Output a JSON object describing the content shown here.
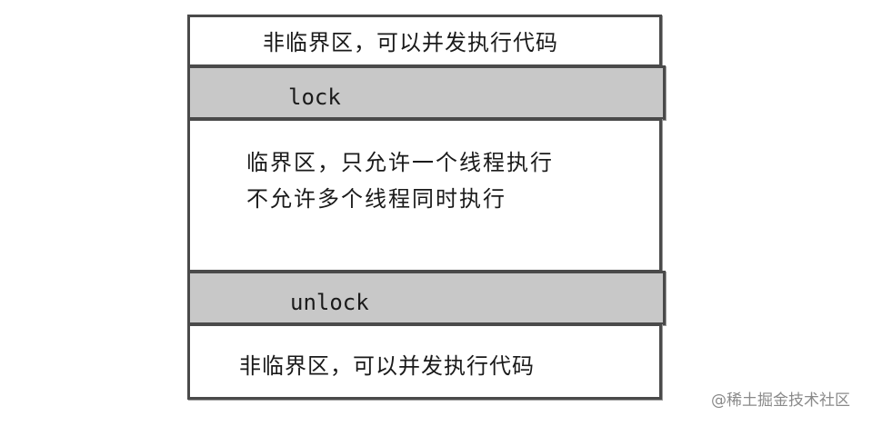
{
  "blocks": {
    "top_non_critical": "非临界区，可以并发执行代码",
    "lock": "lock",
    "critical_line1": "临界区，只允许一个线程执行",
    "critical_line2": "不允许多个线程同时执行",
    "unlock": "unlock",
    "bottom_non_critical": "非临界区，可以并发执行代码"
  },
  "watermark": "@稀土掘金技术社区",
  "colors": {
    "block_fill": "#ffffff",
    "lock_fill": "#c8c8c8",
    "border": "#4a4a4a",
    "watermark": "#8a8a8a"
  }
}
